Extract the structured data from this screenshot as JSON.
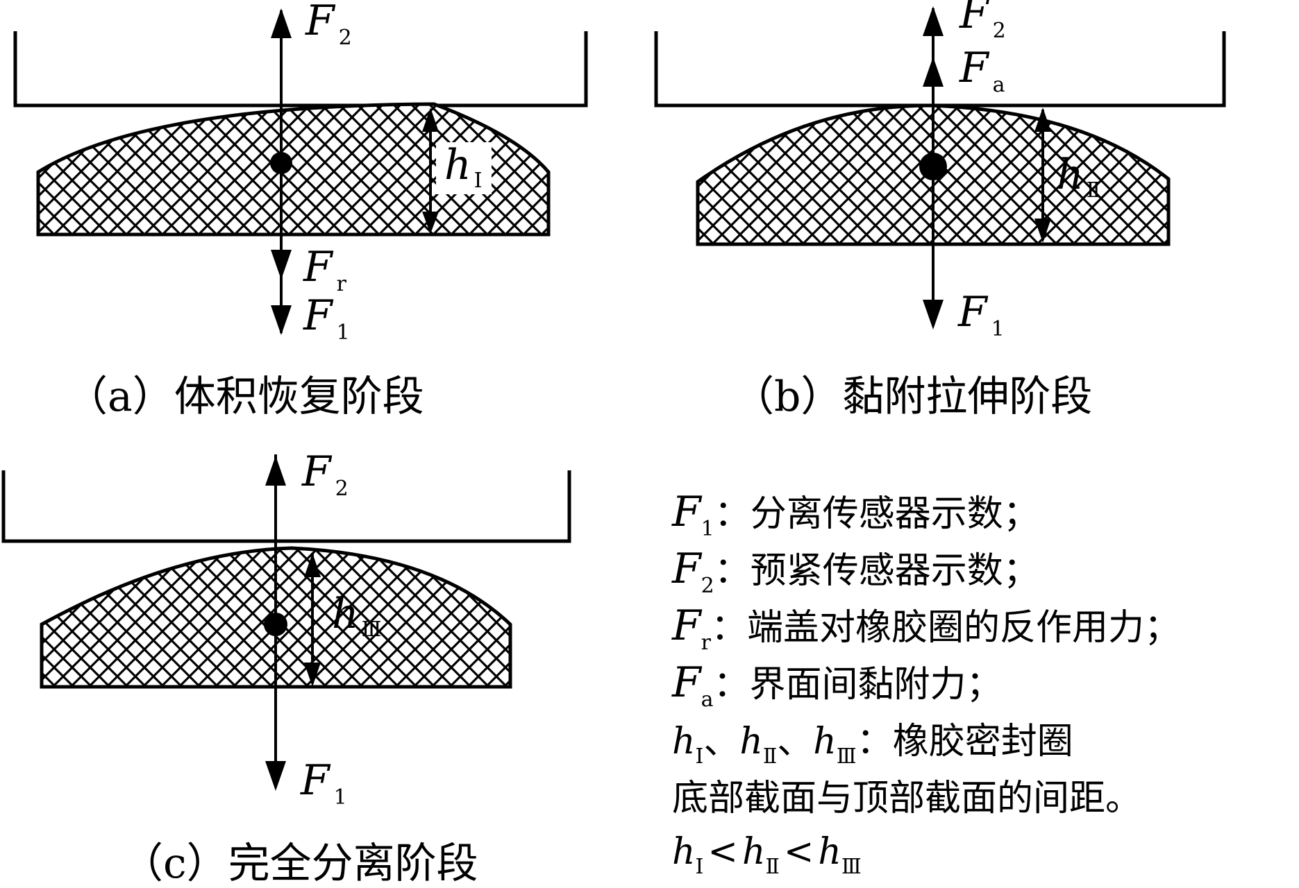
{
  "panels": {
    "a": {
      "caption": "（a）体积恢复阶段",
      "force_top": {
        "symbol": "F",
        "sub": "2"
      },
      "force_bottom_1": {
        "symbol": "F",
        "sub": "r"
      },
      "force_bottom_2": {
        "symbol": "F",
        "sub": "1"
      },
      "height": {
        "symbol": "h",
        "sub": "Ⅰ"
      }
    },
    "b": {
      "caption": "（b）黏附拉伸阶段",
      "force_top_1": {
        "symbol": "F",
        "sub": "2"
      },
      "force_top_2": {
        "symbol": "F",
        "sub": "a"
      },
      "force_bottom": {
        "symbol": "F",
        "sub": "1"
      },
      "height": {
        "symbol": "h",
        "sub": "Ⅱ"
      }
    },
    "c": {
      "caption": "（c）完全分离阶段",
      "force_top": {
        "symbol": "F",
        "sub": "2"
      },
      "force_bottom": {
        "symbol": "F",
        "sub": "1"
      },
      "height": {
        "symbol": "h",
        "sub": "Ⅲ"
      }
    }
  },
  "legend": [
    {
      "symbol": "F",
      "sub": "1",
      "text": "：分离传感器示数；"
    },
    {
      "symbol": "F",
      "sub": "2",
      "text": "：预紧传感器示数；"
    },
    {
      "symbol": "F",
      "sub": "r",
      "text": "：端盖对橡胶圈的反作用力；"
    },
    {
      "symbol": "F",
      "sub": "a",
      "text": "：界面间黏附力；"
    }
  ],
  "legend_h": {
    "h": "h",
    "sub1": "Ⅰ",
    "sub2": "Ⅱ",
    "sub3": "Ⅲ",
    "sep": "、",
    "text": "：橡胶密封圈",
    "line2": "底部截面与顶部截面的间距。",
    "lt": "<"
  },
  "colors": {
    "line": "#000000",
    "background": "#ffffff"
  }
}
